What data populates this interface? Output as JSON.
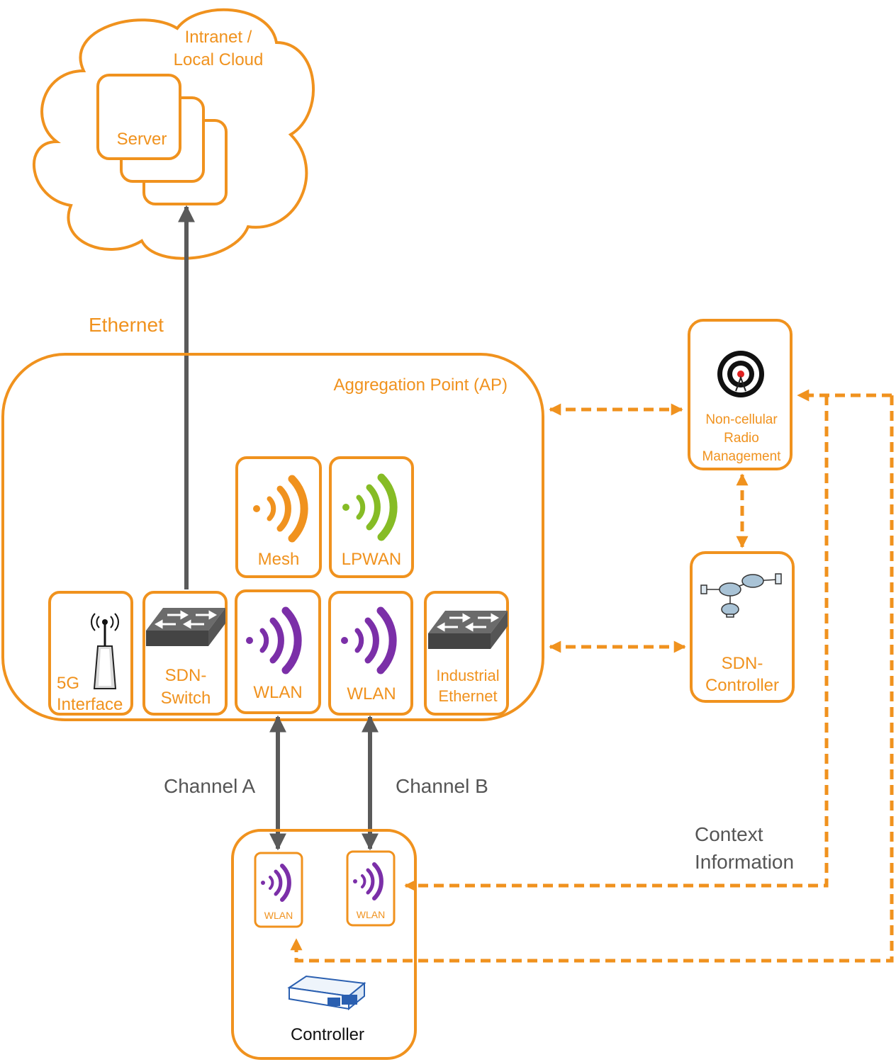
{
  "colors": {
    "orange": "#F0921E",
    "gray": "#5A5A5A",
    "purple": "#7B2FA8",
    "green": "#86BC25",
    "text_gray": "#555555",
    "black": "#111111"
  },
  "cloud": {
    "line1": "Intranet /",
    "line2": "Local Cloud",
    "server_label": "Server"
  },
  "ethernet_label": "Ethernet",
  "ap": {
    "title": "Aggregation Point (AP)",
    "modules": {
      "mesh": "Mesh",
      "lpwan": "LPWAN",
      "fiveg_line1": "5G",
      "fiveg_line2": "Interface",
      "sdn_switch_line1": "SDN-",
      "sdn_switch_line2": "Switch",
      "wlan_a": "WLAN",
      "wlan_b": "WLAN",
      "industrial_line1": "Industrial",
      "industrial_line2": "Ethernet"
    }
  },
  "radio_mgmt": {
    "line1": "Non-cellular",
    "line2": "Radio",
    "line3": "Management"
  },
  "sdn_controller": {
    "line1": "SDN-",
    "line2": "Controller"
  },
  "channels": {
    "a": "Channel A",
    "b": "Channel B"
  },
  "context": {
    "line1": "Context",
    "line2": "Information"
  },
  "controller": {
    "label": "Controller",
    "wlan_a": "WLAN",
    "wlan_b": "WLAN"
  },
  "icons": [
    "wifi-signal-icon",
    "network-switch-icon",
    "antenna-icon",
    "radio-target-icon",
    "network-topology-icon",
    "controller-device-icon"
  ]
}
